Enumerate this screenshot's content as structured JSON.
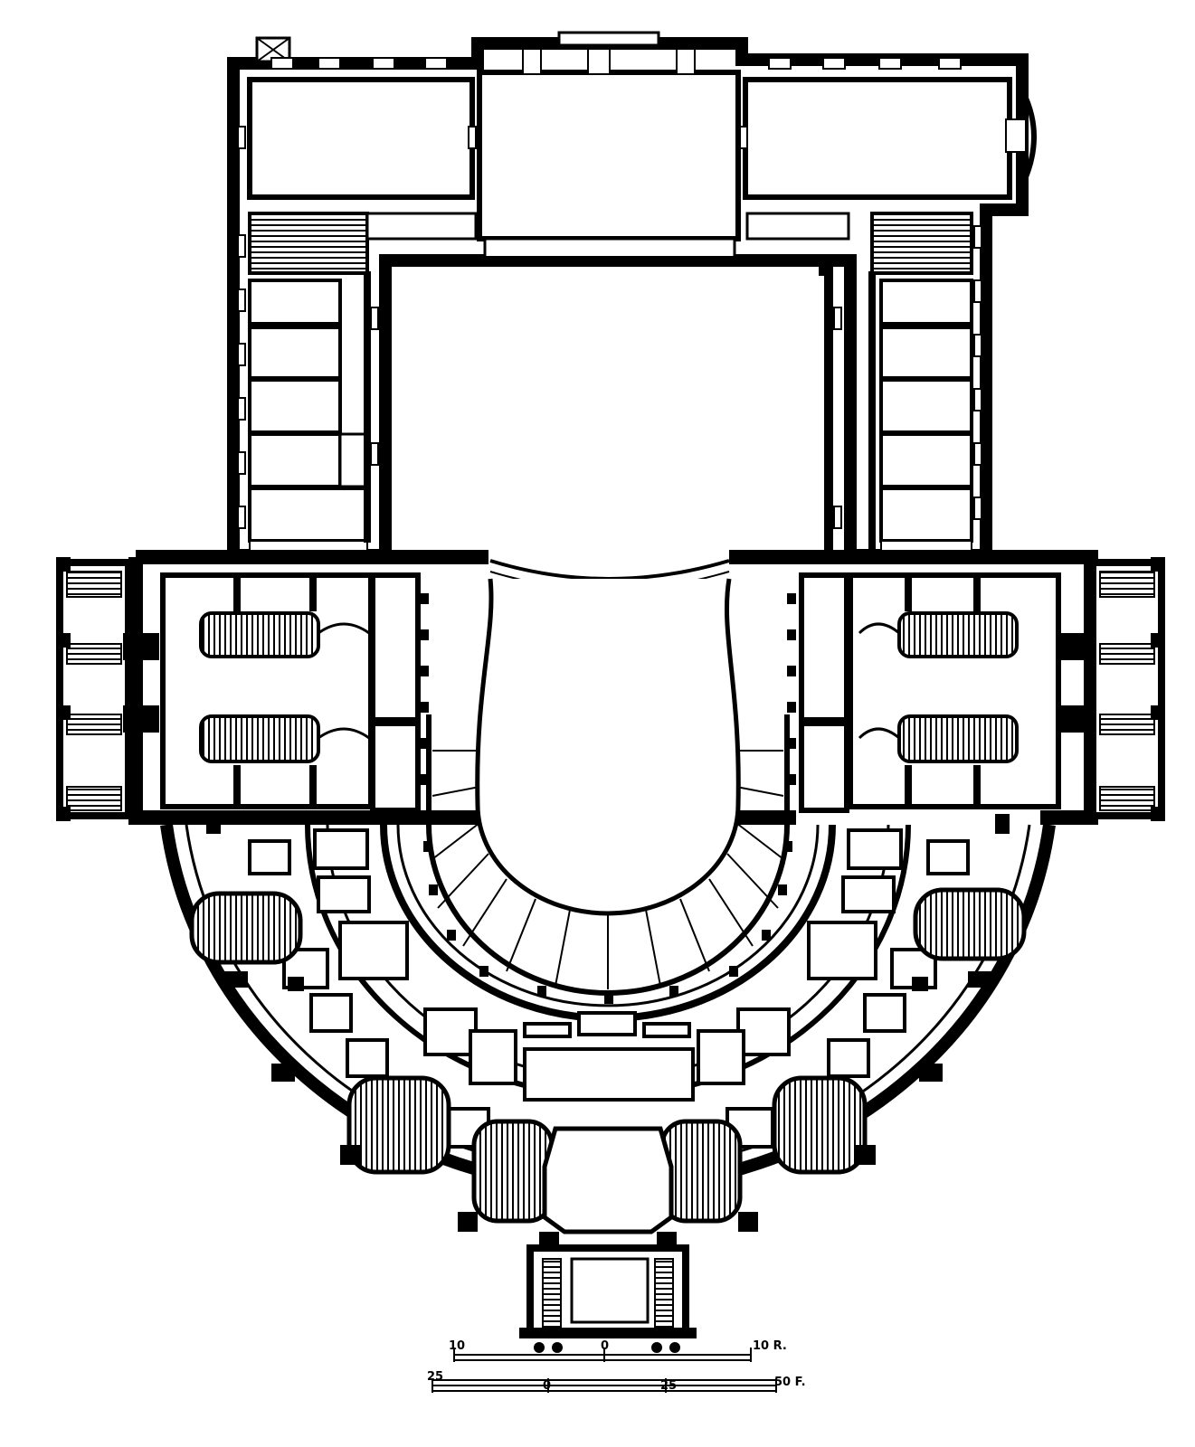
{
  "drawing": {
    "ink_color": "#000000",
    "paper_color": "#ffffff"
  },
  "scale_bar": {
    "upper_labels": [
      "10",
      "0",
      "10 R."
    ],
    "lower_labels": [
      "25",
      "0",
      "25",
      "50 F."
    ]
  }
}
